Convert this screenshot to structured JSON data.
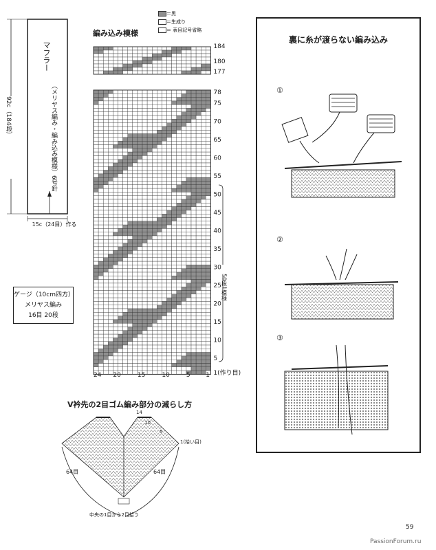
{
  "scarf": {
    "title": "マフラー",
    "detail": "（メリヤス編み・編み込み模様）6号針",
    "height": "92c（184段）",
    "width": "15c（24目）作る"
  },
  "gauge": {
    "title": "ゲージ（10cm四方）",
    "stitch": "メリヤス編み",
    "count": "16目 20段"
  },
  "chart": {
    "title": "編み込み模様",
    "legend": {
      "dark": "＝黒",
      "light": "＝生成り",
      "omit": "＝ 表目記号省略"
    },
    "row_labels_top": [
      "184",
      "180",
      "177"
    ],
    "row_labels": [
      "78",
      "75",
      "70",
      "65",
      "60",
      "55",
      "50",
      "45",
      "40",
      "35",
      "30",
      "25",
      "20",
      "15",
      "10",
      "5",
      "1(作り目)"
    ],
    "col_labels": [
      "24",
      "20",
      "15",
      "10",
      "5",
      "1"
    ],
    "repeat_note": "50段1模様",
    "colors": {
      "dark": "#8f8f8f",
      "light": "#ffffff",
      "line": "#333333"
    }
  },
  "decrease": {
    "title": "V衿先の2目ゴム編み部分の減らし方",
    "marks": [
      "14",
      "10",
      "5",
      "1(拾い目)"
    ],
    "left_count": "64目",
    "right_count": "64目",
    "bottom_note": "中央の1目から2目拾う"
  },
  "panel": {
    "title": "裏に糸が渡らない編み込み",
    "steps": [
      "①",
      "②",
      "③"
    ]
  },
  "page_number": "59",
  "watermark": "PassionForum.ru"
}
